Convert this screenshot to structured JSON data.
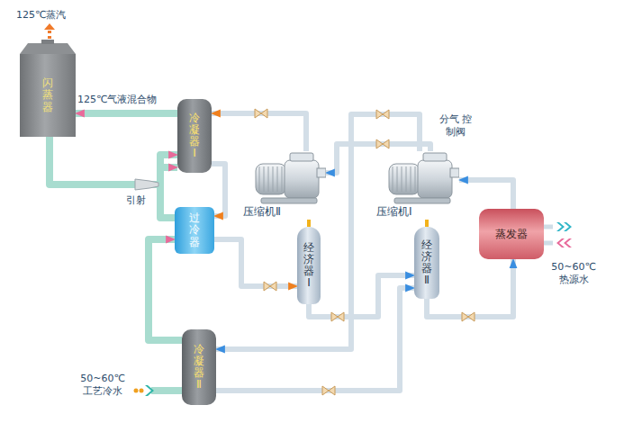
{
  "diagram": {
    "nodes": [
      {
        "text": [
          "闪蒸器"
        ]
      },
      {
        "text": [
          "冷凝器Ⅰ"
        ]
      },
      {
        "text": [
          "过冷器"
        ]
      },
      {
        "text": [
          "冷凝器Ⅱ"
        ]
      },
      {
        "text": [
          "压缩机Ⅱ"
        ]
      },
      {
        "text": [
          "经济器Ⅰ"
        ]
      },
      {
        "text": [
          "压缩机Ⅰ"
        ]
      },
      {
        "text": [
          "经济器Ⅱ"
        ]
      },
      {
        "text": [
          "蒸发器"
        ]
      }
    ],
    "edges": [
      {
        "from": 1,
        "to": 0,
        "arrow": "to"
      },
      {
        "from": 0,
        "to": 1,
        "arrow": "to"
      },
      {
        "from": 2,
        "to": 1,
        "arrow": "to"
      },
      {
        "from": 3,
        "to": 2,
        "arrow": "to"
      },
      {
        "from": 4,
        "to": 1,
        "arrow": "to"
      },
      {
        "from": 1,
        "to": 2,
        "arrow": "to"
      },
      {
        "from": 2,
        "to": 5,
        "arrow": "to"
      },
      {
        "from": 5,
        "to": 4,
        "arrow": "none"
      },
      {
        "from": 6,
        "to": 4,
        "arrow": "to"
      },
      {
        "from": 6,
        "to": 3,
        "arrow": "to"
      },
      {
        "from": 3,
        "to": 7,
        "arrow": "to"
      },
      {
        "from": 5,
        "to": 7,
        "arrow": "to"
      },
      {
        "from": 7,
        "to": 6,
        "arrow": "none"
      },
      {
        "from": 7,
        "to": 8,
        "arrow": "to"
      },
      {
        "from": 8,
        "to": 6,
        "arrow": "to"
      }
    ],
    "labels": [
      "125℃蒸汽",
      "125℃气液混合物",
      "引射",
      "分气 控制阀",
      "50~60℃ 热源水",
      "50~60℃ 工艺冷水"
    ]
  }
}
